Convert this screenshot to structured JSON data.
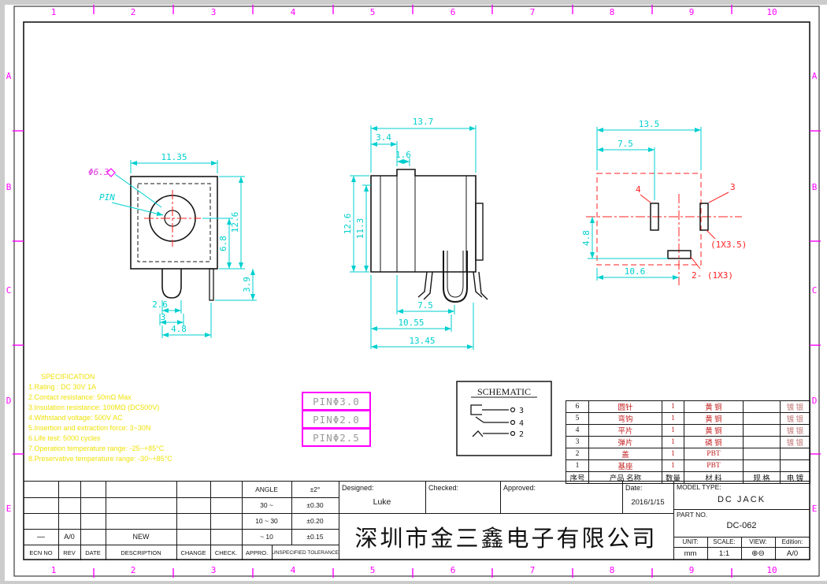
{
  "sheet": {
    "cols": [
      "1",
      "2",
      "3",
      "4",
      "5",
      "6",
      "7",
      "8",
      "9",
      "10"
    ],
    "rows": [
      "A",
      "B",
      "C",
      "D",
      "E"
    ]
  },
  "colors": {
    "dimension": "#00cfcf",
    "frame_tick": "#ff00ff",
    "centerline": "#ff2020",
    "spec_text": "#f0e20a"
  },
  "front_view": {
    "dia_label": "Φ6.3",
    "pin_label": "PIN",
    "dim_width": "11.35",
    "dim_height": "12.6",
    "dim_center_to_bottom": "6.8",
    "dim_pin_length": "3.9",
    "dim_pin_width": "2.6",
    "dim_pin_base": "3",
    "dim_pin_span": "4.8"
  },
  "side_view": {
    "dim_total_width": "13.7",
    "dim_step1": "3.4",
    "dim_step2": "1.6",
    "dim_height": "12.6",
    "dim_inner_height": "11.3",
    "dim_bottom1": "7.5",
    "dim_bottom2": "10.55",
    "dim_bottom3": "13.45"
  },
  "footprint_view": {
    "dim_width": "13.5",
    "dim_pad4_x": "7.5",
    "dim_height": "4.8",
    "dim_pad2_x": "10.6",
    "pad4_label": "4",
    "pad3_label": "3",
    "pad3_note": "(1X3.5)",
    "pad2_note": "2- (1X3)"
  },
  "spec": {
    "title": "SPECIFICATION",
    "lines": [
      "1.Rating : DC  30V  1A",
      "2.Contact  resistance: 50mΩ Max",
      "3.Insulation  resistance: 100MΩ  (DC500V)",
      "4.Withstand  voltage: 500V AC",
      "5.Insertion  and  extraction  force: 3~30N",
      "6.Life  test: 5000  cycles",
      "7.Operation  temperature  range: -25~+85°C",
      "8.Preservative  temperature  range: -30~+85°C"
    ]
  },
  "pin_options": [
    "PINΦ3.0",
    "PINΦ2.0",
    "PINΦ2.5"
  ],
  "schematic": {
    "title": "SCHEMATIC",
    "pin_top": "3",
    "pin_mid": "4",
    "pin_bottom": "2"
  },
  "parts_table": {
    "headers": [
      "序号",
      "产品 名称",
      "数量",
      "材 料",
      "规 格",
      "电 镀"
    ],
    "rows": [
      {
        "no": "6",
        "name": "圆针",
        "qty": "1",
        "material": "黄 铜",
        "spec": "",
        "plating": "镀 银"
      },
      {
        "no": "5",
        "name": "弯钩",
        "qty": "1",
        "material": "黄 铜",
        "spec": "",
        "plating": "镀 银"
      },
      {
        "no": "4",
        "name": "平片",
        "qty": "1",
        "material": "黄 铜",
        "spec": "",
        "plating": "镀 银"
      },
      {
        "no": "3",
        "name": "弹片",
        "qty": "1",
        "material": "磷 铜",
        "spec": "",
        "plating": "镀 银"
      },
      {
        "no": "2",
        "name": "盖",
        "qty": "1",
        "material": "PBT",
        "spec": "",
        "plating": ""
      },
      {
        "no": "1",
        "name": "基座",
        "qty": "1",
        "material": "PBT",
        "spec": "",
        "plating": ""
      }
    ]
  },
  "title_block": {
    "ecn_headers": [
      "ECN NO",
      "REV",
      "DATE",
      "DESCRIPTION",
      "CHANGE",
      "CHECK.",
      "APPRO."
    ],
    "ecn_row": {
      "ecn": "—",
      "rev": "A/0",
      "description": "NEW"
    },
    "tolerance": {
      "rows": [
        {
          "range": "ANGLE",
          "value": "±2°"
        },
        {
          "range": "30 ~",
          "value": "±0.30"
        },
        {
          "range": "10 ~ 30",
          "value": "±0.20"
        },
        {
          "range": "~ 10",
          "value": "±0.15"
        }
      ],
      "footer": "UNSPECIFIED TOLERANCE"
    },
    "designed_label": "Designed:",
    "designed_value": "Luke",
    "checked_label": "Checked:",
    "approved_label": "Approved:",
    "date_label": "Date:",
    "date_value": "2016/1/15",
    "company": "深圳市金三鑫电子有限公司",
    "model_type_label": "MODEL TYPE:",
    "model_type_value": "DC JACK",
    "part_no_label": "PART NO.",
    "part_no_value": "DC-062",
    "unit_label": "UNIT:",
    "unit_value": "mm",
    "scale_label": "SCALE:",
    "scale_value": "1:1",
    "view_label": "VIEW:",
    "view_symbol": "⊕⊖",
    "edition_label": "Edition:",
    "edition_value": "A/0"
  }
}
